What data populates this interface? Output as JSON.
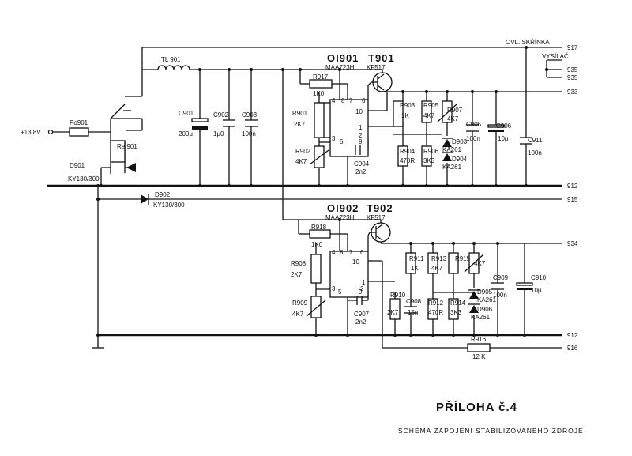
{
  "title": "PŘÍLOHA č.4",
  "subtitle": "SCHÉMA ZAPOJENÍ STABILIZOVANÉHO ZDROJE",
  "input_label": "+13,8V",
  "ic1": {
    "name": "OI901",
    "transistor": "T901",
    "type": "MAA723H",
    "tr_type": "KF517"
  },
  "ic2": {
    "name": "OI902",
    "transistor": "T902",
    "type": "MAA723H",
    "tr_type": "KF517"
  },
  "terminals": {
    "t917": "917",
    "t935a": "935",
    "t935b": "935",
    "t933": "933",
    "t912a": "912",
    "t915": "915",
    "t934": "934",
    "t912b": "912",
    "t916": "916",
    "ovl": "OVL. SKŘÍNKA",
    "vys": "VYSÍLAČ"
  },
  "components": {
    "po901": "Po901",
    "tl901": "TL 901",
    "re901": "Re 901",
    "d901": "D901",
    "d901v": "KY130/300",
    "d902": "D902",
    "d902v": "KY130/300",
    "c901": "C901",
    "c901v": "200μ",
    "c902": "C902",
    "c902v": "1μ0",
    "c903": "C903",
    "c903v": "100n",
    "r917": "R917",
    "r917v": "1K0",
    "r901": "R901",
    "r901v": "2K7",
    "r902": "R902",
    "r902v": "4K7",
    "c904": "C904",
    "c904v": "2n2",
    "r903": "R903",
    "r903v": "1K",
    "r904": "R904",
    "r904v": "470R",
    "r905": "R905",
    "r905v": "4K7",
    "r906": "R906",
    "r906v": "3K3",
    "r907": "R907",
    "r907v": "4K7",
    "d903": "D903",
    "d903v": "KA261",
    "d904": "D904",
    "d904v": "KA261",
    "c905": "C905",
    "c905v": "100n",
    "c906": "C906",
    "c906v": "10μ",
    "c911": "C911",
    "c911v": "100n",
    "r918": "R918",
    "r918v": "1K0",
    "r908": "R908",
    "r908v": "2K7",
    "r909": "R909",
    "r909v": "4K7",
    "c907": "C907",
    "c907v": "2n2",
    "r910": "R910",
    "r910v": "2K7",
    "c908": "C908",
    "c908v": "15n",
    "r911": "R911",
    "r911v": "1K",
    "r912": "R912",
    "r912v": "470R",
    "r913": "R913",
    "r913v": "4K7",
    "r914": "R914",
    "r914v": "3K3",
    "r915": "R915",
    "r915v": "4K7",
    "d905": "D905",
    "d905v": "KA261",
    "d906": "D906",
    "d906v": "KA261",
    "c909": "C909",
    "c909v": "100n",
    "c910": "C910",
    "c910v": "10μ",
    "r916": "R916",
    "r916v": "12 K"
  },
  "pins": {
    "p4": "4",
    "p8": "8",
    "p7": "7",
    "p6": "6",
    "p10": "10",
    "p1": "1",
    "p2": "2",
    "p3": "3",
    "p5": "5",
    "p9": "9"
  }
}
